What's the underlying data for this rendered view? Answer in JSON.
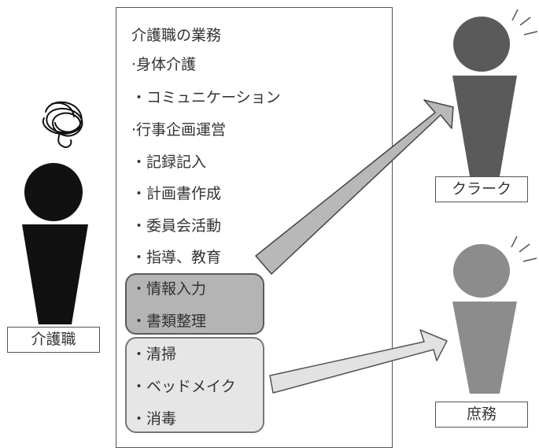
{
  "list": {
    "header": "介護職の業務",
    "items": [
      "·身体介護",
      "・コミュニケーション",
      "·行事企画運営",
      "・記録記入",
      "・計画書作成",
      "・委員会活動",
      "・指導、教育"
    ],
    "clerk_group": [
      "・情報入力",
      "・書類整理"
    ],
    "general_group": [
      "・清掃",
      "・ベッドメイク",
      "・消毒"
    ]
  },
  "figures": {
    "caregiver_label": "介護職",
    "clerk_label": "クラーク",
    "general_label": "庶務"
  },
  "colors": {
    "caregiver": "#111111",
    "clerk": "#5a5a5a",
    "general": "#8c8c8c",
    "clerk_group_fill": "#b4b4b4",
    "general_group_fill": "#e6e6e6",
    "clerk_arrow_fill": "#b8b8b8",
    "general_arrow_fill": "#e2e2e2"
  }
}
